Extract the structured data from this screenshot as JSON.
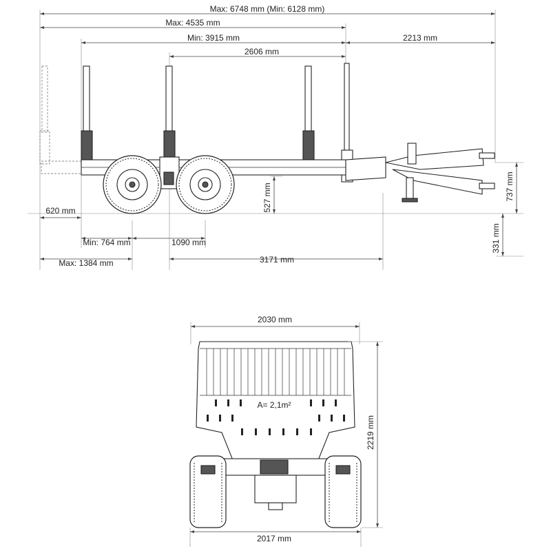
{
  "side_view": {
    "dims": {
      "overall_length": "Max: 6748 mm (Min: 6128 mm)",
      "bunk_length_max": "Max: 4535 mm",
      "bunk_length_min": "Min: 3915 mm",
      "stake_spacing": "2606 mm",
      "drawbar_length": "2213 mm",
      "rear_extension": "620 mm",
      "rear_overhang_min": "Min: 764 mm",
      "axle_spacing": "1090 mm",
      "rear_overhang_max": "Max: 1384 mm",
      "axle_to_hitch": "3171 mm",
      "frame_height": "527 mm",
      "hitch_height": "737 mm",
      "ground_clearance": "331 mm"
    }
  },
  "rear_view": {
    "dims": {
      "top_width": "2030 mm",
      "overall_height": "2219 mm",
      "bottom_width": "2017 mm",
      "load_area": "A= 2,1m²"
    }
  }
}
